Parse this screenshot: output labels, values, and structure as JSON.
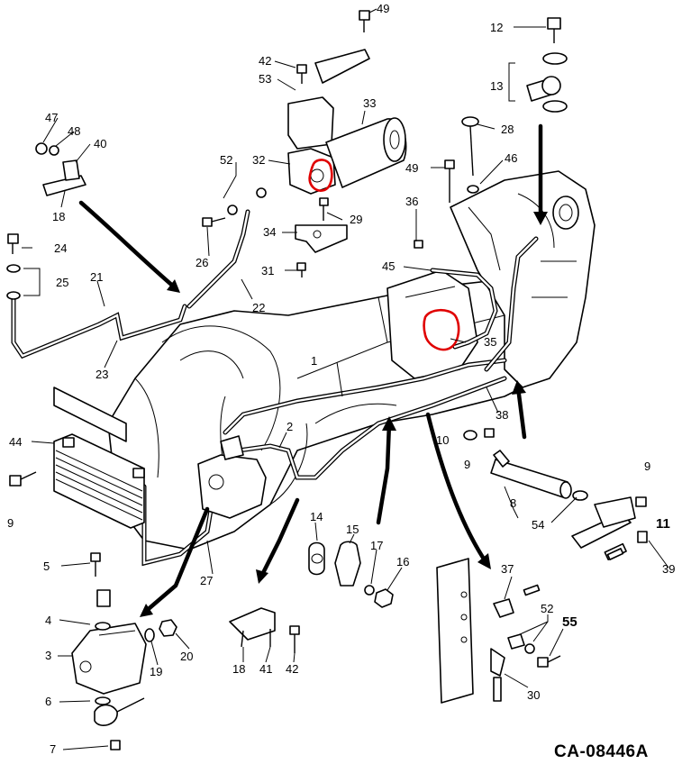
{
  "callouts": [
    {
      "id": "49a",
      "text": "49"
    },
    {
      "id": "12",
      "text": "12"
    },
    {
      "id": "42a",
      "text": "42"
    },
    {
      "id": "53",
      "text": "53"
    },
    {
      "id": "33",
      "text": "33"
    },
    {
      "id": "13",
      "text": "13"
    },
    {
      "id": "47",
      "text": "47"
    },
    {
      "id": "48",
      "text": "48"
    },
    {
      "id": "40",
      "text": "40"
    },
    {
      "id": "28",
      "text": "28"
    },
    {
      "id": "52a",
      "text": "52"
    },
    {
      "id": "32",
      "text": "32"
    },
    {
      "id": "46",
      "text": "46"
    },
    {
      "id": "49b",
      "text": "49"
    },
    {
      "id": "18a",
      "text": "18"
    },
    {
      "id": "36",
      "text": "36"
    },
    {
      "id": "29",
      "text": "29"
    },
    {
      "id": "34",
      "text": "34"
    },
    {
      "id": "24",
      "text": "24"
    },
    {
      "id": "26",
      "text": "26"
    },
    {
      "id": "45",
      "text": "45"
    },
    {
      "id": "25",
      "text": "25"
    },
    {
      "id": "31",
      "text": "31"
    },
    {
      "id": "21",
      "text": "21"
    },
    {
      "id": "22",
      "text": "22"
    },
    {
      "id": "35",
      "text": "35"
    },
    {
      "id": "23",
      "text": "23"
    },
    {
      "id": "1",
      "text": "1"
    },
    {
      "id": "38",
      "text": "38"
    },
    {
      "id": "2",
      "text": "2"
    },
    {
      "id": "44",
      "text": "44"
    },
    {
      "id": "10",
      "text": "10"
    },
    {
      "id": "9a",
      "text": "9"
    },
    {
      "id": "9b",
      "text": "9"
    },
    {
      "id": "9c",
      "text": "9"
    },
    {
      "id": "11",
      "text": "11"
    },
    {
      "id": "8",
      "text": "8"
    },
    {
      "id": "54",
      "text": "54"
    },
    {
      "id": "14",
      "text": "14"
    },
    {
      "id": "15",
      "text": "15"
    },
    {
      "id": "17",
      "text": "17"
    },
    {
      "id": "16",
      "text": "16"
    },
    {
      "id": "39",
      "text": "39"
    },
    {
      "id": "5",
      "text": "5"
    },
    {
      "id": "27",
      "text": "27"
    },
    {
      "id": "37",
      "text": "37"
    },
    {
      "id": "4",
      "text": "4"
    },
    {
      "id": "52b",
      "text": "52"
    },
    {
      "id": "55",
      "text": "55"
    },
    {
      "id": "20",
      "text": "20"
    },
    {
      "id": "3",
      "text": "3"
    },
    {
      "id": "19",
      "text": "19"
    },
    {
      "id": "18b",
      "text": "18"
    },
    {
      "id": "41",
      "text": "41"
    },
    {
      "id": "42b",
      "text": "42"
    },
    {
      "id": "6",
      "text": "6"
    },
    {
      "id": "30",
      "text": "30"
    },
    {
      "id": "7",
      "text": "7"
    }
  ],
  "drawing_ref": "CA-08446A",
  "highlight_color": "#e00000",
  "highlights": [
    {
      "name": "filter-adapter-circle"
    },
    {
      "name": "valve-fitting-circle"
    }
  ]
}
